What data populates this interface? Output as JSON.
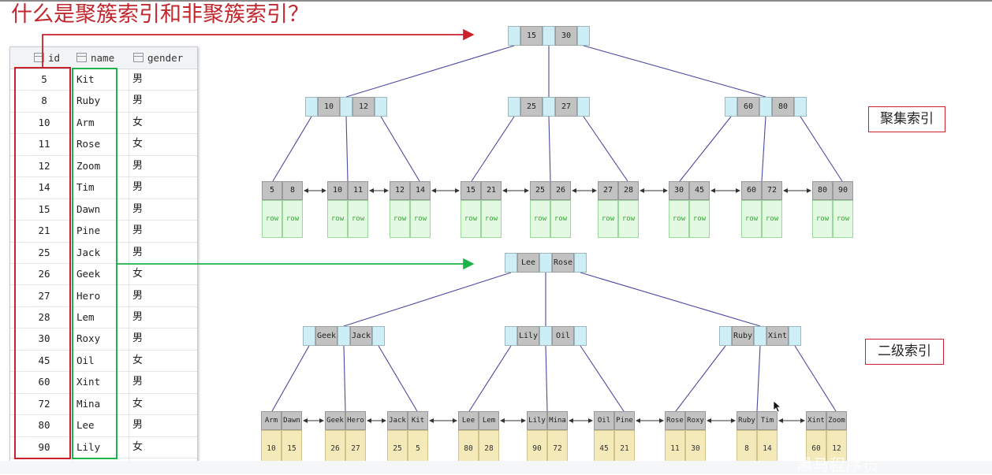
{
  "title": "什么是聚簇索引和非聚簇索引？",
  "table": {
    "columns": [
      "id",
      "name",
      "gender"
    ],
    "rows": [
      [
        "5",
        "Kit",
        "男"
      ],
      [
        "8",
        "Ruby",
        "男"
      ],
      [
        "10",
        "Arm",
        "女"
      ],
      [
        "11",
        "Rose",
        "女"
      ],
      [
        "12",
        "Zoom",
        "男"
      ],
      [
        "14",
        "Tim",
        "男"
      ],
      [
        "15",
        "Dawn",
        "男"
      ],
      [
        "21",
        "Pine",
        "男"
      ],
      [
        "25",
        "Jack",
        "男"
      ],
      [
        "26",
        "Geek",
        "女"
      ],
      [
        "27",
        "Hero",
        "男"
      ],
      [
        "28",
        "Lem",
        "男"
      ],
      [
        "30",
        "Roxy",
        "男"
      ],
      [
        "45",
        "Oil",
        "女"
      ],
      [
        "60",
        "Xint",
        "男"
      ],
      [
        "72",
        "Mina",
        "女"
      ],
      [
        "80",
        "Lee",
        "男"
      ],
      [
        "90",
        "Lily",
        "女"
      ]
    ]
  },
  "clustered": {
    "label": "聚集索引",
    "root": [
      "15",
      "30"
    ],
    "internal": [
      [
        "10",
        "12"
      ],
      [
        "25",
        "27"
      ],
      [
        "60",
        "80"
      ]
    ],
    "leaves": [
      [
        "5",
        "8"
      ],
      [
        "10",
        "11"
      ],
      [
        "12",
        "14"
      ],
      [
        "15",
        "21"
      ],
      [
        "25",
        "26"
      ],
      [
        "27",
        "28"
      ],
      [
        "30",
        "45"
      ],
      [
        "60",
        "72"
      ],
      [
        "80",
        "90"
      ]
    ],
    "leaf_value": "row"
  },
  "secondary": {
    "label": "二级索引",
    "root": [
      "Lee",
      "Rose"
    ],
    "internal": [
      [
        "Geek",
        "Jack"
      ],
      [
        "Lily",
        "Oil"
      ],
      [
        "Ruby",
        "Xint"
      ]
    ],
    "leaves": [
      {
        "keys": [
          "Arm",
          "Dawn"
        ],
        "ids": [
          "10",
          "15"
        ]
      },
      {
        "keys": [
          "Geek",
          "Hero"
        ],
        "ids": [
          "26",
          "27"
        ]
      },
      {
        "keys": [
          "Jack",
          "Kit"
        ],
        "ids": [
          "25",
          "5"
        ]
      },
      {
        "keys": [
          "Lee",
          "Lem"
        ],
        "ids": [
          "80",
          "28"
        ]
      },
      {
        "keys": [
          "Lily",
          "Mina"
        ],
        "ids": [
          "90",
          "72"
        ]
      },
      {
        "keys": [
          "Oil",
          "Pine"
        ],
        "ids": [
          "45",
          "21"
        ]
      },
      {
        "keys": [
          "Rose",
          "Roxy"
        ],
        "ids": [
          "11",
          "30"
        ]
      },
      {
        "keys": [
          "Ruby",
          "Tim"
        ],
        "ids": [
          "8",
          "14"
        ]
      },
      {
        "keys": [
          "Xint",
          "Zoom"
        ],
        "ids": [
          "60",
          "12"
        ]
      }
    ]
  },
  "colors": {
    "accent_red": "#c9202b",
    "accent_green": "#1fb34a",
    "tree_line": "#4b4ba0"
  },
  "watermark": "黑马程序员"
}
